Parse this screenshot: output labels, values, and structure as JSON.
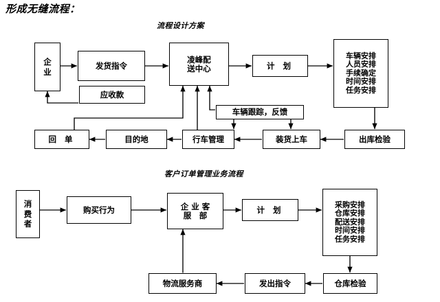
{
  "page": {
    "title": "形成无缝流程："
  },
  "diagram1": {
    "title": "流程设计方案",
    "nodes": [
      {
        "id": "qiye",
        "label": "企业",
        "lines": [
          "企",
          "业"
        ]
      },
      {
        "id": "fahuo",
        "label": "发货指令",
        "lines": [
          "发货指令"
        ]
      },
      {
        "id": "lingfeng",
        "label": "凌峰配送中心",
        "lines": [
          "凌峰配",
          "送中心"
        ]
      },
      {
        "id": "jihua1",
        "label": "计 划",
        "lines": [
          "计 划"
        ]
      },
      {
        "id": "anpai1",
        "label": "车辆安排 人员安排 手续确定 时间安排 任务安排",
        "lines": [
          "车辆安排",
          "人员安排",
          "手续确定",
          "时间安排",
          "任务安排"
        ]
      },
      {
        "id": "yingshou",
        "label": "应收款",
        "lines": [
          "应收款"
        ]
      },
      {
        "id": "genzong",
        "label": "车辆跟踪，反馈",
        "lines": [
          "车辆跟踪，反馈"
        ]
      },
      {
        "id": "chuku",
        "label": "出库检验",
        "lines": [
          "出库检验"
        ]
      },
      {
        "id": "huidan",
        "label": "回 单",
        "lines": [
          "回 单"
        ]
      },
      {
        "id": "mudidi",
        "label": "目的地",
        "lines": [
          "目的地"
        ]
      },
      {
        "id": "xingche",
        "label": "行车管理",
        "lines": [
          "行车管理"
        ]
      },
      {
        "id": "zhuanghuo",
        "label": "装货上车",
        "lines": [
          "装货上车"
        ]
      }
    ],
    "edges": [
      {
        "from": "qiye",
        "to": "fahuo",
        "type": "arrow"
      },
      {
        "from": "fahuo",
        "to": "lingfeng",
        "type": "arrow"
      },
      {
        "from": "lingfeng",
        "to": "jihua1",
        "type": "arrow"
      },
      {
        "from": "jihua1",
        "to": "anpai1",
        "type": "arrow"
      },
      {
        "from": "anpai1",
        "to": "chuku",
        "type": "arrow"
      },
      {
        "from": "chuku",
        "to": "zhuanghuo",
        "type": "arrow"
      },
      {
        "from": "zhuanghuo",
        "to": "xingche",
        "type": "arrow"
      },
      {
        "from": "xingche",
        "to": "mudidi",
        "type": "arrow"
      },
      {
        "from": "mudidi",
        "to": "huidan",
        "type": "arrow"
      },
      {
        "from": "huidan",
        "to": "lingfeng",
        "type": "arrow"
      },
      {
        "from": "genzong",
        "to": "xingche",
        "type": "arrow"
      },
      {
        "from": "genzong",
        "to": "zhuanghuo",
        "type": "arrow"
      },
      {
        "from": "genzong",
        "to": "lingfeng",
        "type": "arrow"
      },
      {
        "from": "yingshou",
        "to": "qiye",
        "type": "arrow"
      },
      {
        "from": "xingche",
        "to": "lingfeng",
        "type": "arrow"
      }
    ]
  },
  "diagram2": {
    "title": "客户订单管理业务流程",
    "nodes": [
      {
        "id": "xiaofei",
        "label": "消费者",
        "lines": [
          "消",
          "费",
          "者"
        ]
      },
      {
        "id": "goumai",
        "label": "购买行为",
        "lines": [
          "购买行为"
        ]
      },
      {
        "id": "kefu",
        "label": "企业客服部",
        "lines": [
          "企 业 客",
          "服　部"
        ]
      },
      {
        "id": "jihua2",
        "label": "计 划",
        "lines": [
          "计 划"
        ]
      },
      {
        "id": "anpai2",
        "label": "采购安排 仓库安排 配送安排 时间安排 任务安排",
        "lines": [
          "采购安排",
          "仓库安排",
          "配送安排",
          "时间安排",
          "任务安排"
        ]
      },
      {
        "id": "cangku",
        "label": "仓库检验",
        "lines": [
          "仓库检验"
        ]
      },
      {
        "id": "fachu",
        "label": "发出指令",
        "lines": [
          "发出指令"
        ]
      },
      {
        "id": "wuliu",
        "label": "物流服务商",
        "lines": [
          "物流服务商"
        ]
      }
    ],
    "edges": [
      {
        "from": "xiaofei",
        "to": "goumai",
        "type": "arrow"
      },
      {
        "from": "goumai",
        "to": "kefu",
        "type": "arrow"
      },
      {
        "from": "kefu",
        "to": "jihua2",
        "type": "arrow"
      },
      {
        "from": "jihua2",
        "to": "anpai2",
        "type": "arrow"
      },
      {
        "from": "anpai2",
        "to": "cangku",
        "type": "arrow"
      },
      {
        "from": "cangku",
        "to": "fachu",
        "type": "arrow"
      },
      {
        "from": "fachu",
        "to": "wuliu",
        "type": "arrow"
      },
      {
        "from": "wuliu",
        "to": "kefu",
        "type": "double-arrow"
      }
    ]
  },
  "style": {
    "line_color": "#000000",
    "box_border": "#000000",
    "background": "#ffffff"
  }
}
